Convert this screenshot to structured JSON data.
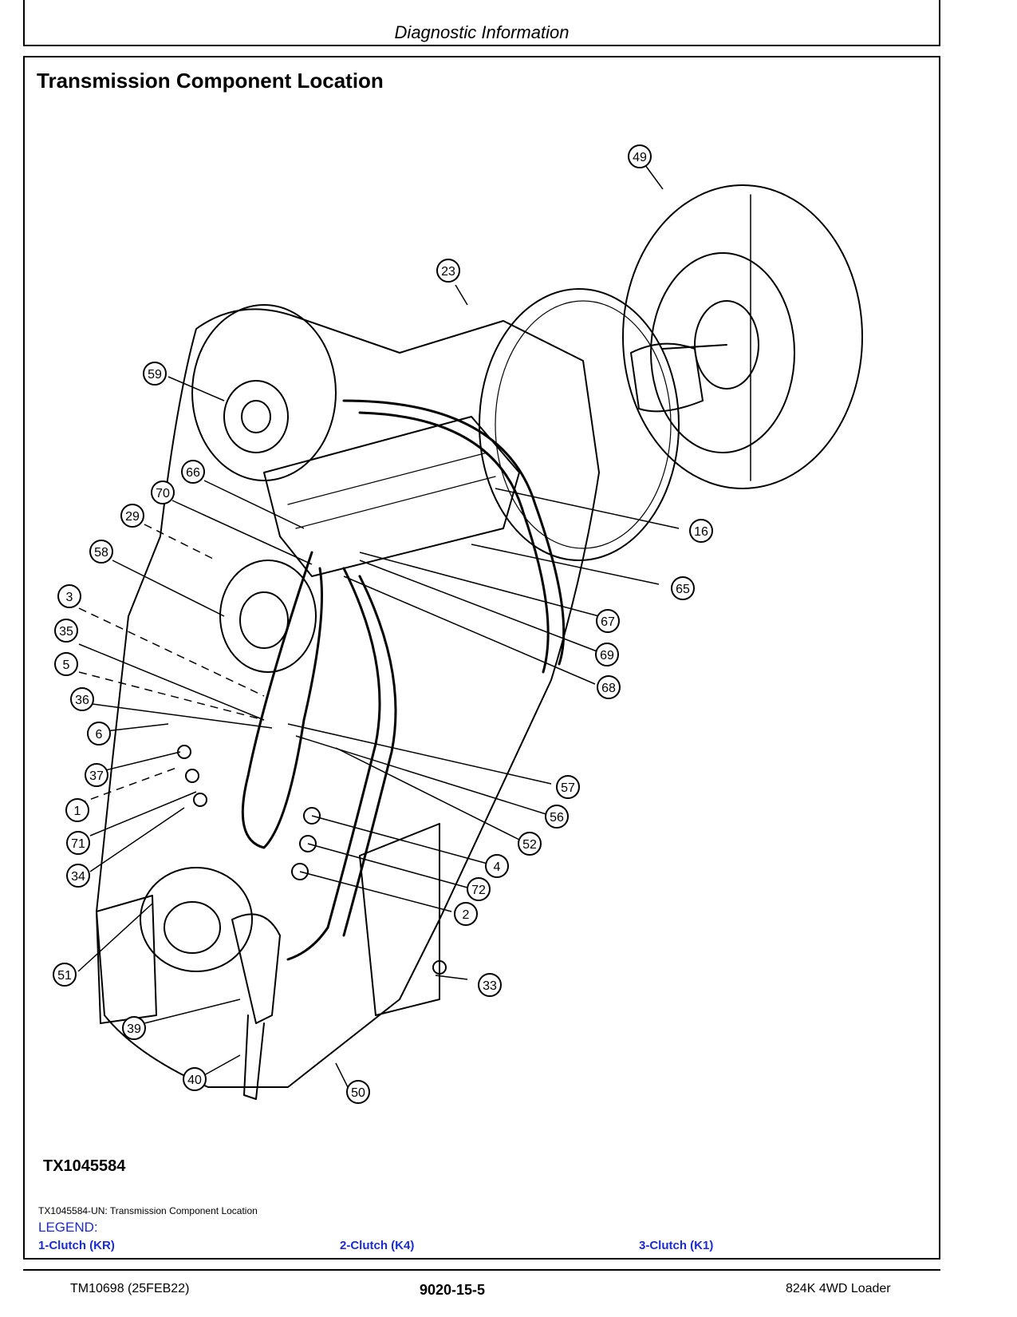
{
  "header": {
    "title": "Diagnostic Information"
  },
  "page": {
    "title": "Transmission Component Location"
  },
  "figure": {
    "id": "TX1045584",
    "caption": "TX1045584-UN: Transmission Component Location",
    "callouts": [
      "49",
      "23",
      "59",
      "66",
      "70",
      "29",
      "58",
      "3",
      "35",
      "5",
      "36",
      "6",
      "37",
      "1",
      "71",
      "34",
      "51",
      "39",
      "40",
      "50",
      "33",
      "16",
      "65",
      "67",
      "69",
      "68",
      "57",
      "56",
      "52",
      "4",
      "72",
      "2"
    ]
  },
  "legend": {
    "title": "LEGEND:",
    "items": [
      "1-Clutch (KR)",
      "2-Clutch (K4)",
      "3-Clutch (K1)"
    ]
  },
  "footer": {
    "left": "TM10698 (25FEB22)",
    "center": "9020-15-5",
    "right": "824K 4WD Loader"
  },
  "colors": {
    "legend": "#1a2bd8",
    "line": "#000000"
  }
}
